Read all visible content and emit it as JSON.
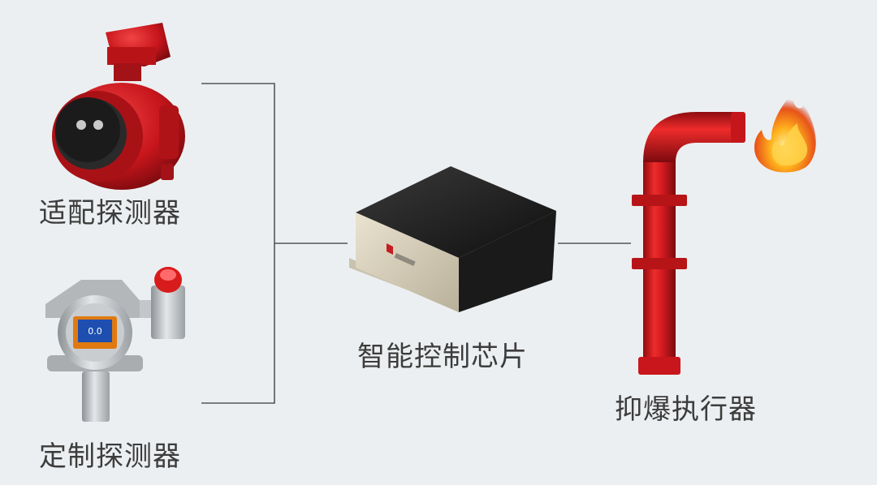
{
  "labels": {
    "adapted_detector": "适配探测器",
    "custom_detector": "定制探测器",
    "smart_chip": "智能控制芯片",
    "suppressor": "抑爆执行器"
  },
  "display_reading": "0.0",
  "colors": {
    "background": "#eceff1",
    "connector_line": "#555555",
    "device_red": "#d71920",
    "chip_body": "#1d1d1d",
    "label_text": "#3c3c3c"
  }
}
